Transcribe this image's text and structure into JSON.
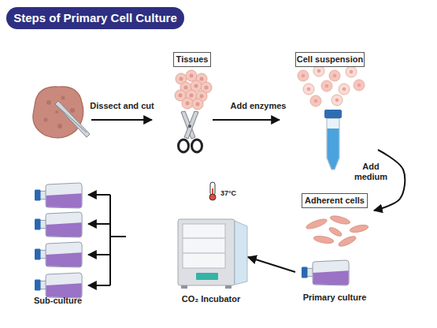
{
  "diagram": {
    "title": "Steps of Primary Cell Culture",
    "nodes": [
      {
        "text": [
          "Tissues"
        ]
      },
      {
        "text": [
          "Cell suspension"
        ]
      },
      {
        "text": [
          "Adherent cells",
          "Primary culture"
        ]
      },
      {
        "text": [
          "CO₂ Incubator"
        ]
      },
      {
        "text": [
          "Sub-culture"
        ]
      }
    ],
    "edges": [
      {
        "from": 0,
        "to": 1,
        "label": "Add enzymes",
        "arrow": "to"
      },
      {
        "from": 1,
        "to": 2,
        "label": "Add medium",
        "arrow": "to"
      },
      {
        "from": 2,
        "to": 3,
        "arrow": "to"
      },
      {
        "from": 3,
        "to": 4,
        "arrow": "to"
      }
    ],
    "labels": [
      "Dissect and cut",
      "37°C"
    ]
  }
}
